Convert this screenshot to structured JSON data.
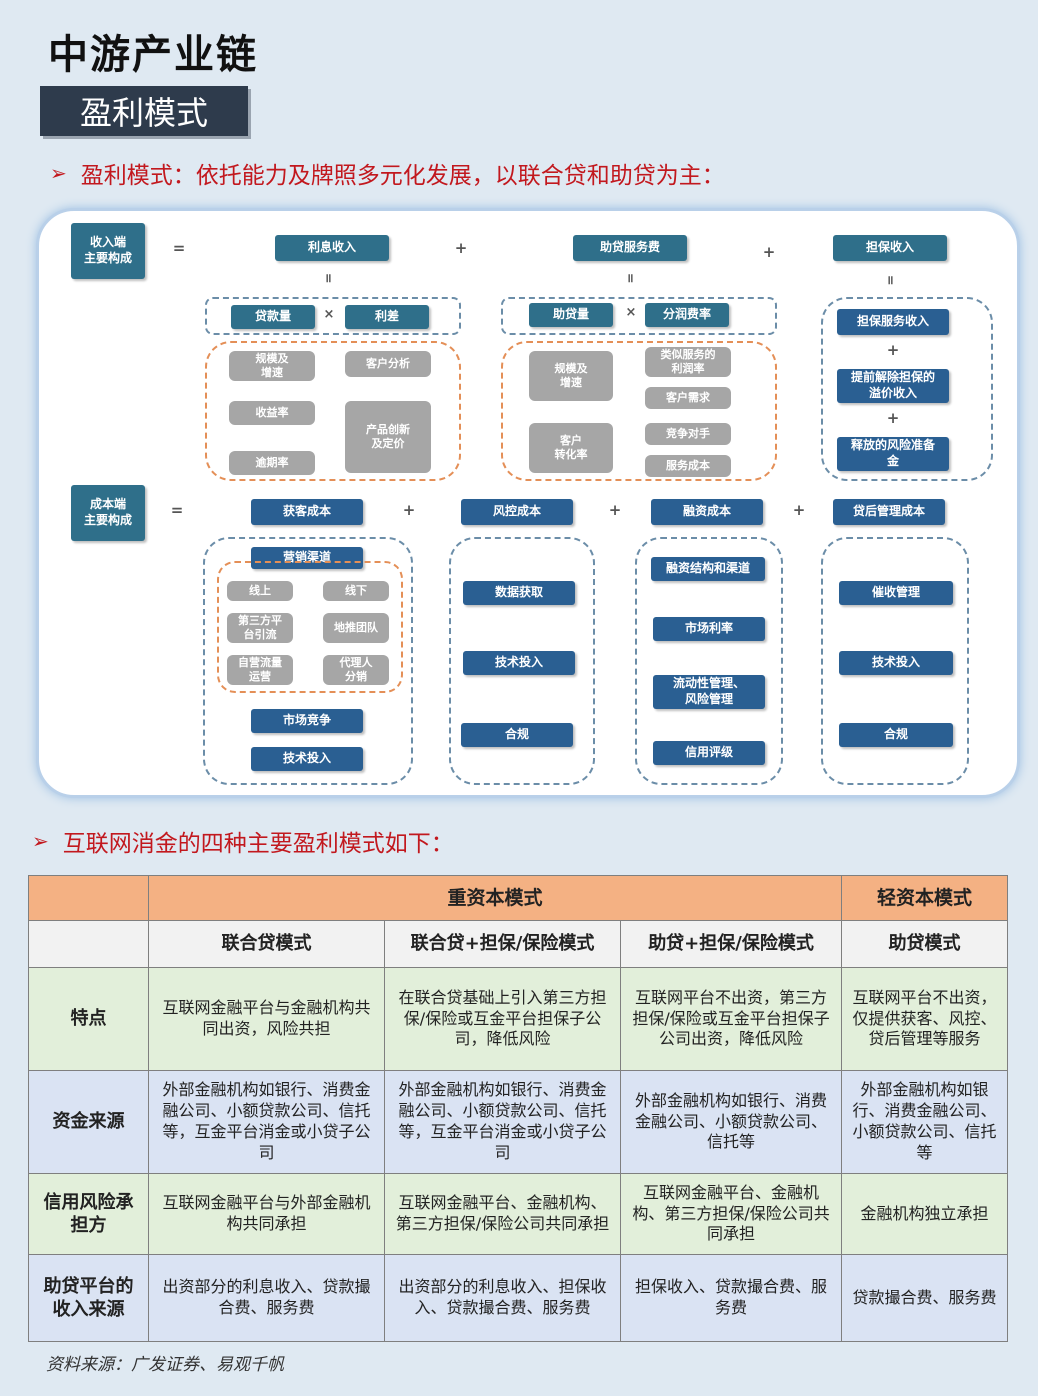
{
  "header": {
    "title": "中游产业链",
    "section_tag": "盈利模式"
  },
  "bullet1": {
    "text": "盈利模式：依托能力及牌照多元化发展，以联合贷和助贷为主："
  },
  "diagram": {
    "ops": {
      "eq": "=",
      "plus": "+",
      "times": "×",
      "parallel": "॥"
    },
    "revenue": {
      "head": "收入端\n主要构成",
      "col1": {
        "title": "利息收入",
        "a": "贷款量",
        "b": "利差",
        "drivers": [
          "规模及\n增速",
          "客户分析",
          "收益率",
          "产品创新\n及定价",
          "逾期率"
        ]
      },
      "col2": {
        "title": "助贷服务费",
        "a": "助贷量",
        "b": "分润费率",
        "drivers": [
          "规模及\n增速",
          "类似服务的\n利润率",
          "客户需求",
          "客户\n转化率",
          "竞争对手",
          "服务成本"
        ]
      },
      "col3": {
        "title": "担保收入",
        "items": [
          "担保服务收入",
          "提前解除担保的\n溢价收入",
          "释放的风险准备\n金"
        ]
      }
    },
    "cost": {
      "head": "成本端\n主要构成",
      "col1": {
        "title": "获客成本",
        "channel": "营销渠道",
        "channels": [
          "线上",
          "线下",
          "第三方平\n台引流",
          "地推团队",
          "自营流量\n运营",
          "代理人\n分销"
        ],
        "items": [
          "市场竞争",
          "技术投入"
        ]
      },
      "col2": {
        "title": "风控成本",
        "items": [
          "数据获取",
          "技术投入",
          "合规"
        ]
      },
      "col3": {
        "title": "融资成本",
        "items": [
          "融资结构和渠道",
          "市场利率",
          "流动性管理、\n风险管理",
          "信用评级"
        ]
      },
      "col4": {
        "title": "贷后管理成本",
        "items": [
          "催收管理",
          "技术投入",
          "合规"
        ]
      }
    }
  },
  "bullet2": {
    "text": "互联网消金的四种主要盈利模式如下："
  },
  "table": {
    "group_heavy": "重资本模式",
    "group_light": "轻资本模式",
    "cols": [
      "联合贷模式",
      "联合贷+担保/保险模式",
      "助贷+担保/保险模式",
      "助贷模式"
    ],
    "rows": [
      {
        "label": "特点",
        "cells": [
          "互联网金融平台与金融机构共同出资，风险共担",
          "在联合贷基础上引入第三方担保/保险或互金平台担保子公司，降低风险",
          "互联网平台不出资，第三方担保/保险或互金平台担保子公司出资，降低风险",
          "互联网平台不出资，仅提供获客、风控、贷后管理等服务"
        ]
      },
      {
        "label": "资金来源",
        "cells": [
          "外部金融机构如银行、消费金融公司、小额贷款公司、信托等，互金平台消金或小贷子公司",
          "外部金融机构如银行、消费金融公司、小额贷款公司、信托等，互金平台消金或小贷子公司",
          "外部金融机构如银行、消费金融公司、小额贷款公司、信托等",
          "外部金融机构如银行、消费金融公司、小额贷款公司、信托等"
        ]
      },
      {
        "label": "信用风险承担方",
        "cells": [
          "互联网金融平台与外部金融机构共同承担",
          "互联网金融平台、金融机构、第三方担保/保险公司共同承担",
          "互联网金融平台、金融机构、第三方担保/保险公司共同承担",
          "金融机构独立承担"
        ]
      },
      {
        "label": "助贷平台的收入来源",
        "cells": [
          "出资部分的利息收入、贷款撮合费、服务费",
          "出资部分的利息收入、担保收入、贷款撮合费、服务费",
          "担保收入、贷款撮合费、服务费",
          "贷款撮合费、服务费"
        ]
      }
    ]
  },
  "source": "资料来源：广发证券、易观千帆"
}
